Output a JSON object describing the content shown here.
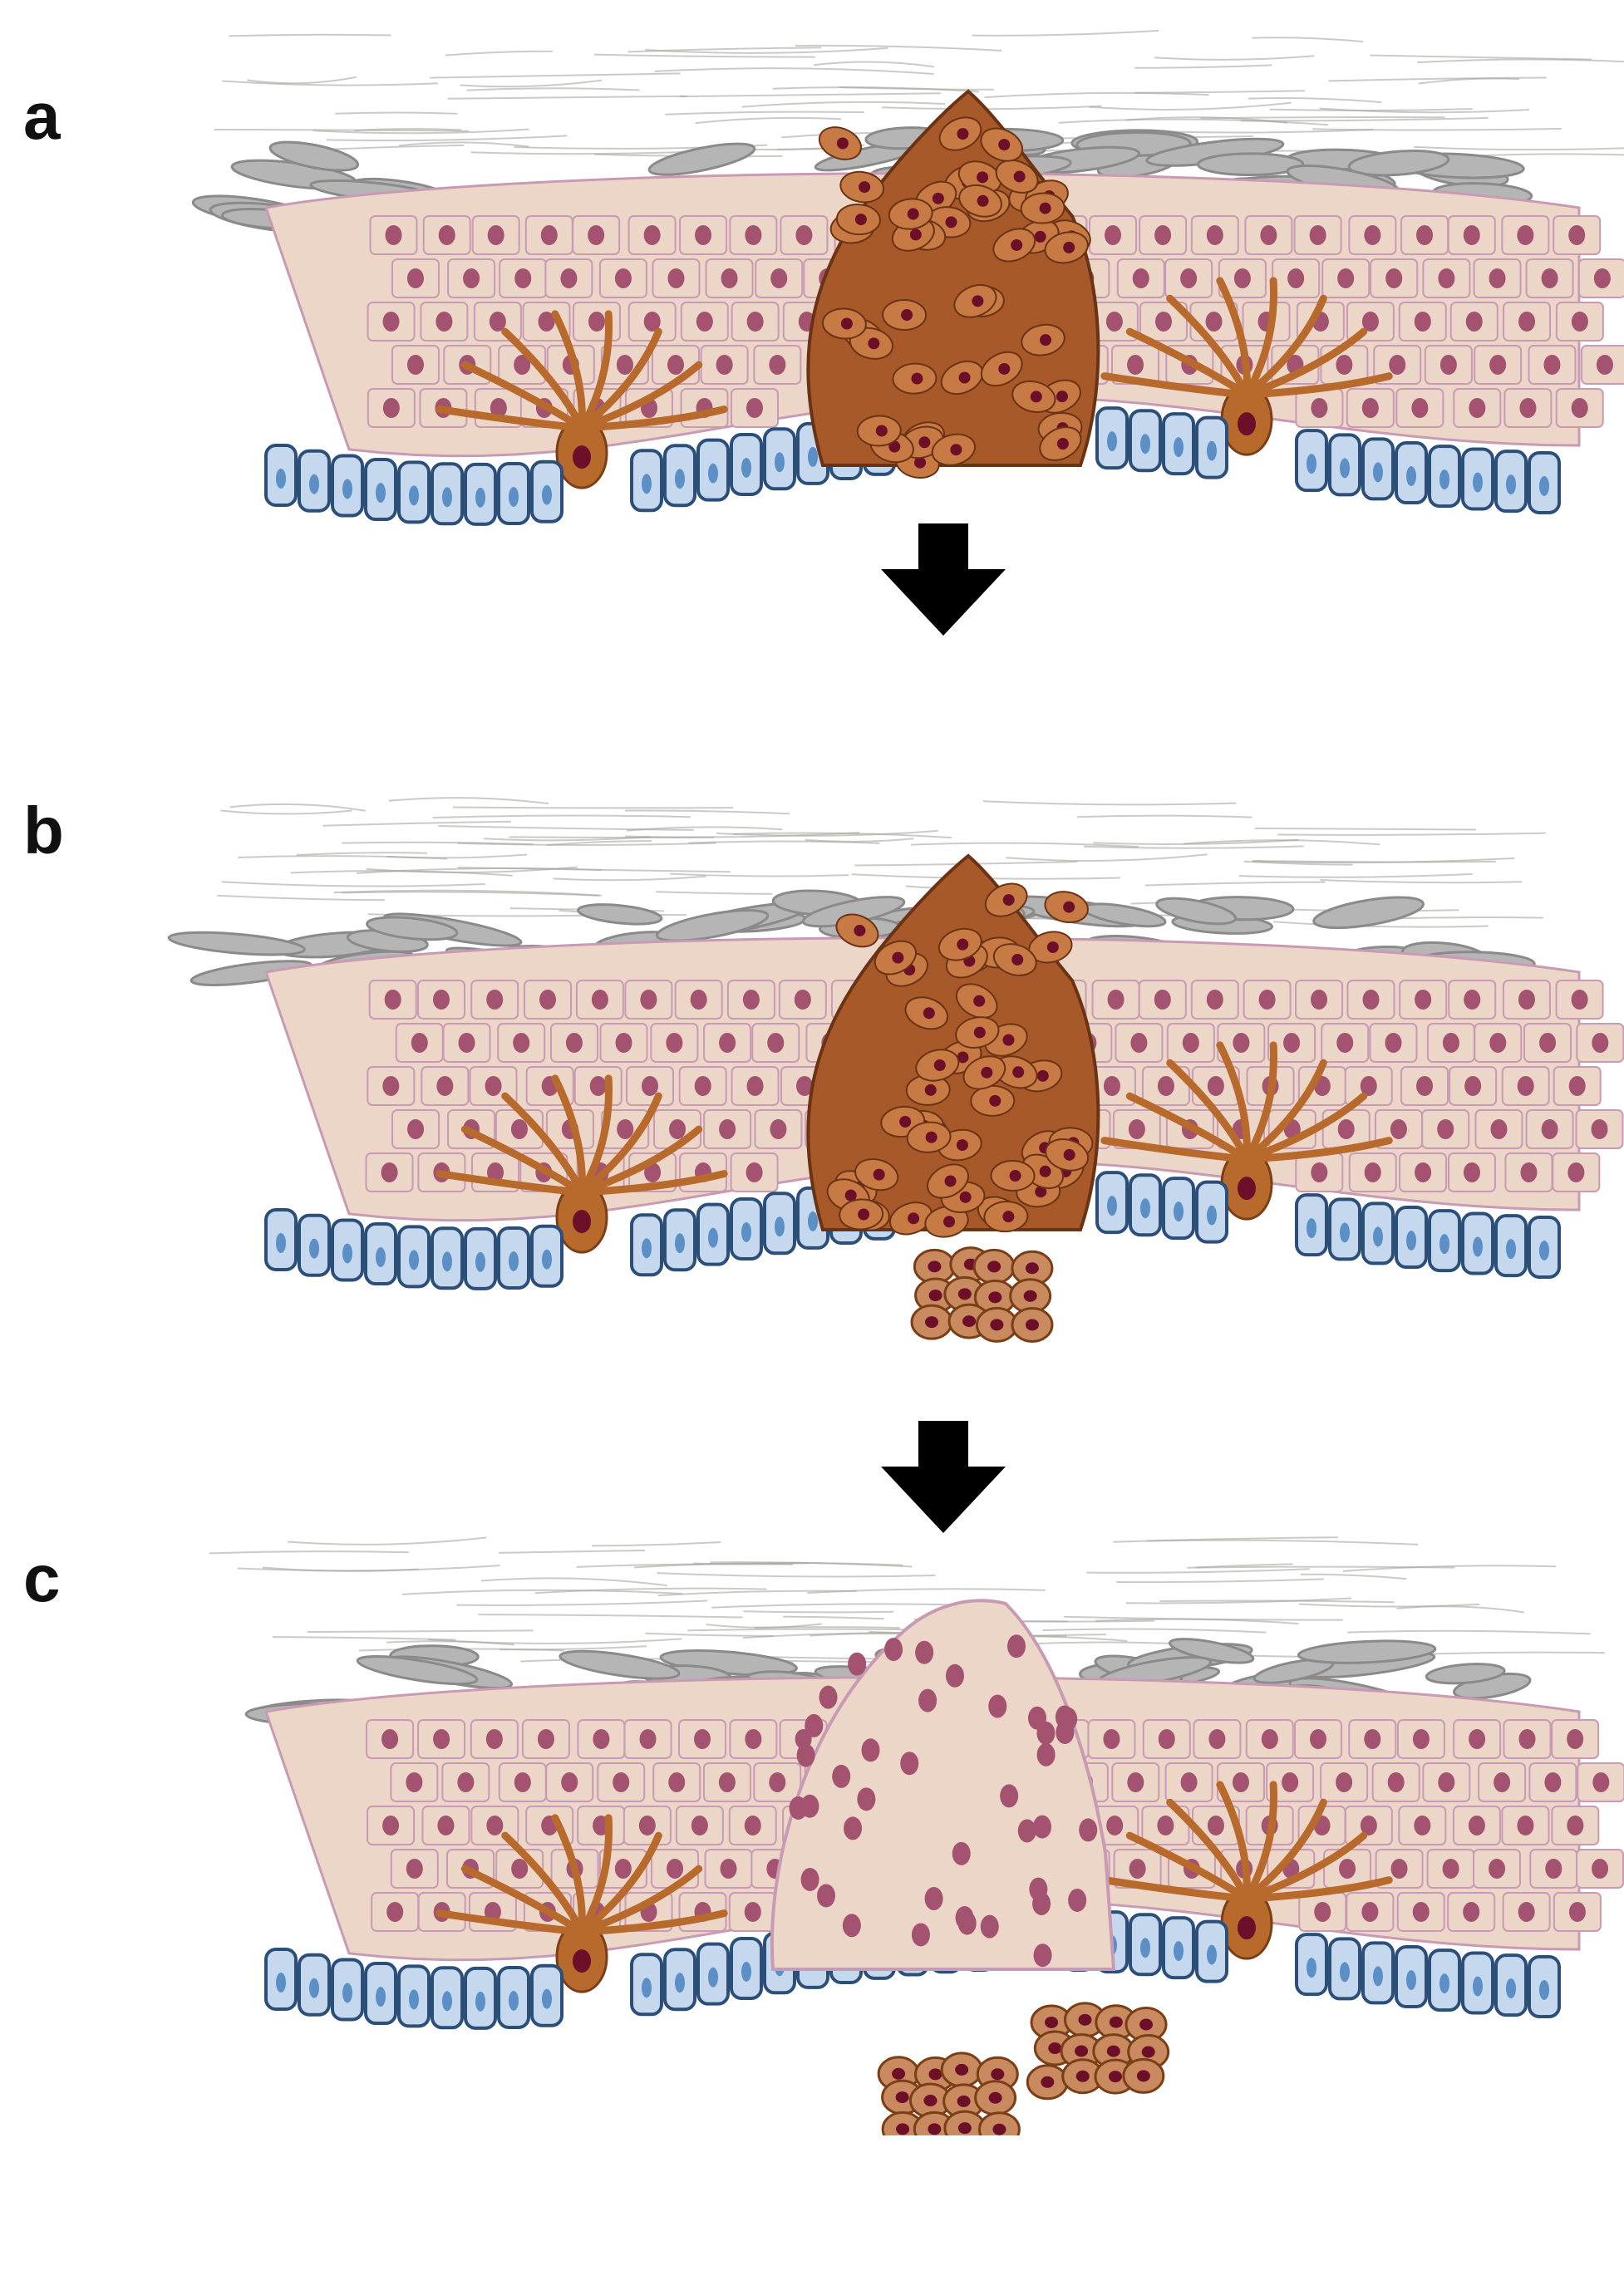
{
  "panels": [
    {
      "id": "a",
      "label": "a",
      "lesion": "crusted",
      "dermal_cluster": "none"
    },
    {
      "id": "b",
      "label": "b",
      "lesion": "crusted",
      "dermal_cluster": "single"
    },
    {
      "id": "c",
      "label": "c",
      "lesion": "pale",
      "dermal_cluster": "double"
    }
  ],
  "arrows": [
    {
      "direction": "down"
    },
    {
      "direction": "down"
    }
  ],
  "colors": {
    "basal_fill": "#c5d8ee",
    "basal_stroke": "#2c4f7a",
    "basal_nucleus": "#5b8fc6",
    "keratinocyte_fill": "#ecd6c8",
    "keratinocyte_stroke": "#c99ab3",
    "keratinocyte_nucleus": "#a3526f",
    "melanocyte": "#b8692c",
    "lesion_fill": "#a8592a",
    "lesion_nucleus": "#6e0f2a",
    "stratum_corneum": "#8a8a8a",
    "fiber": "#a7a7a0",
    "arrow": "#000000"
  }
}
